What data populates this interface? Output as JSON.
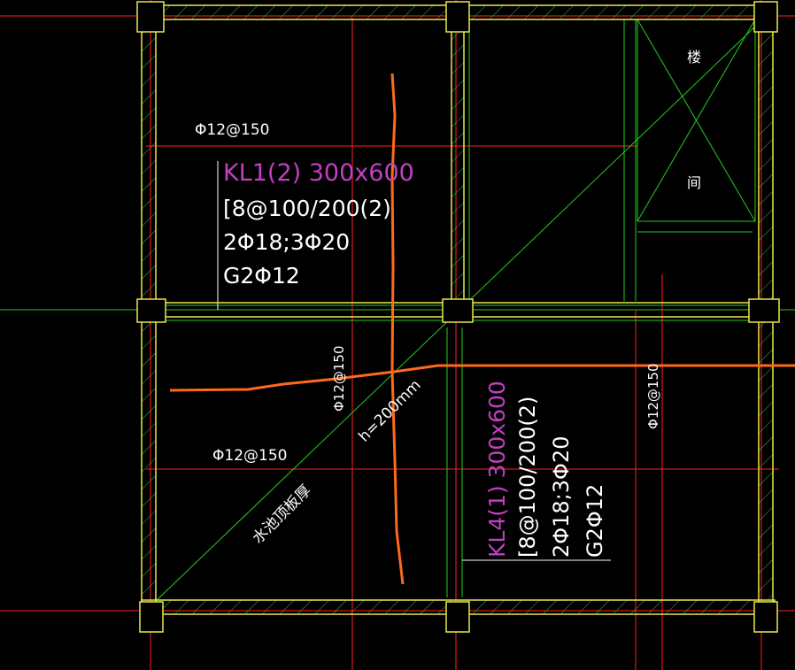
{
  "drawing": {
    "rebar_top": "Φ12@150",
    "rebar_bottom": "Φ12@150",
    "rebar_vertical_left": "Φ12@150",
    "rebar_vertical_right": "Φ12@150",
    "slab_thickness": "h=200mm",
    "slab_note": "水池顶板厚",
    "stair_label_1": "楼",
    "stair_label_2": "间",
    "beam_kl1": {
      "name": "KL1(2) 300x600",
      "stirrup": "[8@100/200(2)",
      "main_bars": "2Φ18;3Φ20",
      "side_bars": "G2Φ12"
    },
    "beam_kl4": {
      "name": "KL4(1) 300x600",
      "stirrup": "[8@100/200(2)",
      "main_bars": "2Φ18;3Φ20",
      "side_bars": "G2Φ12"
    }
  },
  "colors": {
    "wall": "#e8e84a",
    "hatch": "#30c030",
    "axis": "#ff2020",
    "orange": "#ff6a1a",
    "green": "#22cc22",
    "magenta": "#c040c0",
    "white": "#ffffff"
  }
}
